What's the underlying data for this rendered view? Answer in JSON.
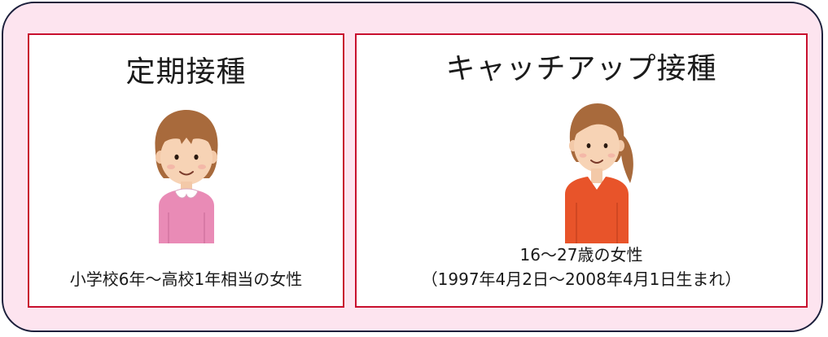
{
  "panels": {
    "left": {
      "title": "定期接種",
      "description": "小学校6年～高校1年相当の女性"
    },
    "right": {
      "title": "キャッチアップ接種",
      "description_line1": "16～27歳の女性",
      "description_line2": "（1997年4月2日～2008年4月1日生まれ）"
    }
  },
  "colors": {
    "background_pink": "#fde4ef",
    "panel_border_red": "#c8102e",
    "outer_border_navy": "#1b1f3b",
    "girl_sweater_pink": "#e98bb6",
    "woman_sweater_red": "#e8542a",
    "hair_brown": "#a86a3c"
  },
  "icons": {
    "left_figure": "girl-icon",
    "right_figure": "woman-icon"
  }
}
